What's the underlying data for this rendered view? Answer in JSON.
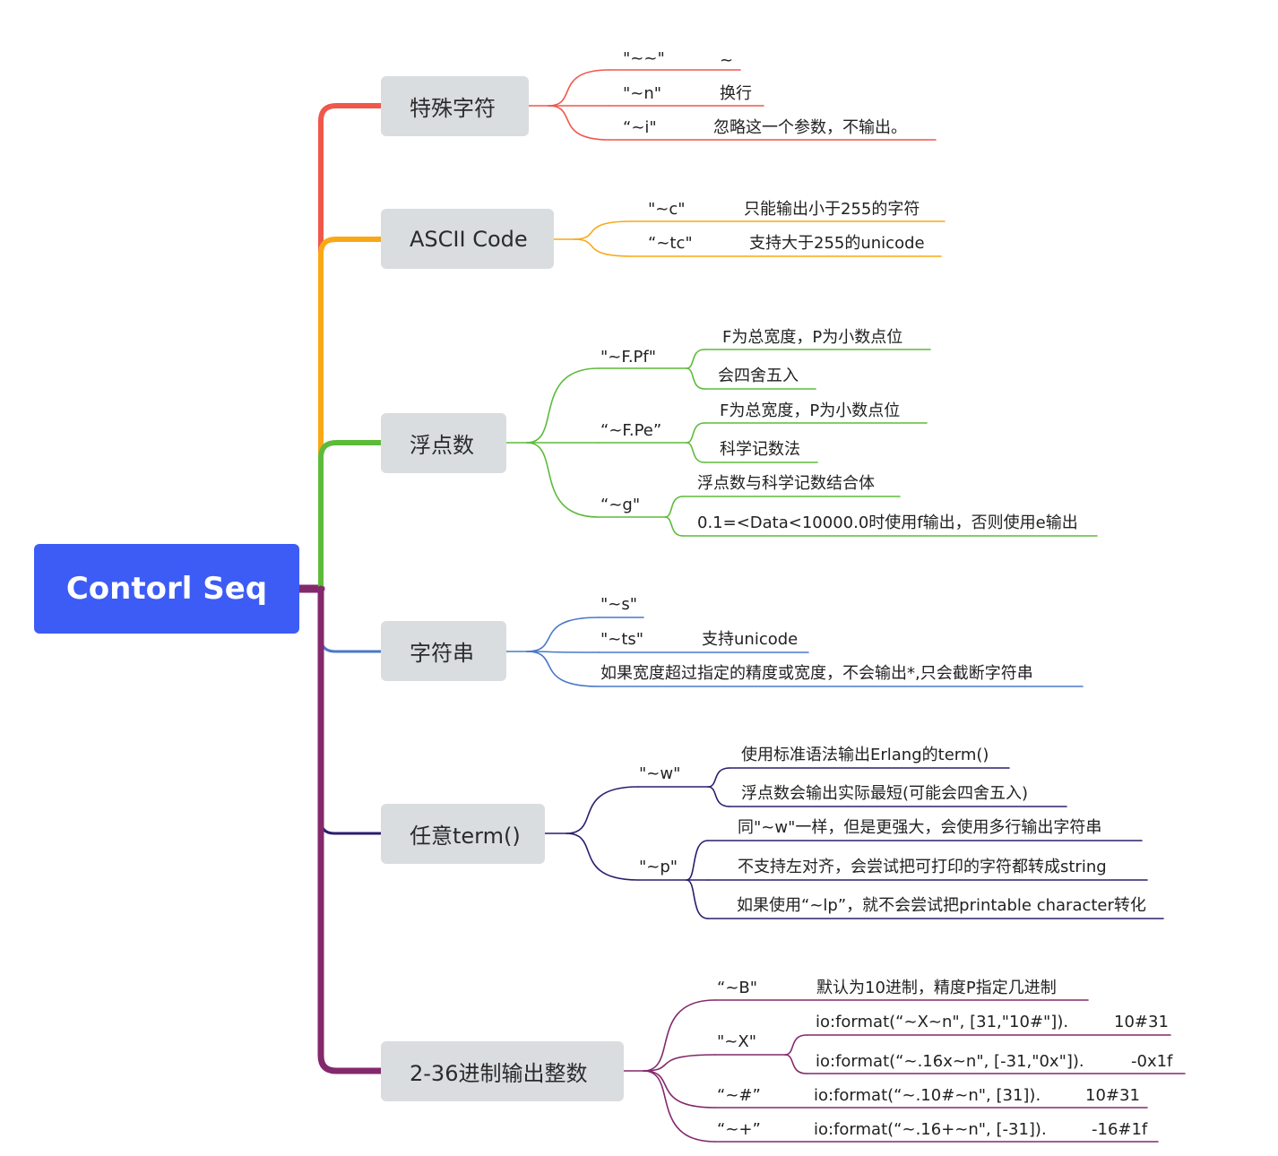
{
  "root": {
    "label": "Contorl Seq"
  },
  "topics": {
    "special": {
      "label": "特殊字符",
      "items": [
        {
          "key": "\"~~\"",
          "value": "~"
        },
        {
          "key": "\"~n\"",
          "value": "换行"
        },
        {
          "key": "“~i\"",
          "value": "忽略这一个参数，不输出。"
        }
      ]
    },
    "ascii": {
      "label": "ASCII Code",
      "items": [
        {
          "key": "\"~c\"",
          "value": "只能输出小于255的字符"
        },
        {
          "key": "“~tc\"",
          "value": "支持大于255的unicode"
        }
      ]
    },
    "float": {
      "label": "浮点数",
      "groups": [
        {
          "key": "\"~F.Pf\"",
          "lines": [
            "F为总宽度，P为小数点位",
            "会四舍五入"
          ]
        },
        {
          "key": "“~F.Pe”",
          "lines": [
            "F为总宽度，P为小数点位",
            "科学记数法"
          ]
        },
        {
          "key": "“~g\"",
          "lines": [
            "浮点数与科学记数结合体",
            "0.1=<Data<10000.0时使用f输出，否则使用e输出"
          ]
        }
      ]
    },
    "string": {
      "label": "字符串",
      "items": [
        {
          "key": "\"~s\"",
          "value": ""
        },
        {
          "key": "\"~ts\"",
          "value": "支持unicode"
        }
      ],
      "note": "如果宽度超过指定的精度或宽度，不会输出*,只会截断字符串"
    },
    "term": {
      "label": "任意term()",
      "groups": [
        {
          "key": "\"~w\"",
          "lines": [
            "使用标准语法输出Erlang的term()",
            "浮点数会输出实际最短(可能会四舍五入)"
          ]
        },
        {
          "key": "\"~p\"",
          "lines": [
            "同\"~w\"一样，但是更强大，会使用多行输出字符串",
            "不支持左对齐，会尝试把可打印的字符都转成string",
            "如果使用“~lp”，就不会尝试把printable character转化"
          ]
        }
      ]
    },
    "radix": {
      "label": "2-36进制输出整数",
      "items": [
        {
          "key": "“~B\"",
          "code": "默认为10进制，精度P指定几进制",
          "result": ""
        },
        {
          "key": "\"~X\"",
          "code": "io:format(“~X~n\", [31,\"10#\"]).",
          "result": "10#31"
        },
        {
          "key": "",
          "code": "io:format(“~.16x~n\", [-31,\"0x\"]).",
          "result": "-0x1f"
        },
        {
          "key": "“~#”",
          "code": "io:format(“~.10#~n\", [31]).",
          "result": "10#31"
        },
        {
          "key": "“~+”",
          "code": "io:format(“~.16+~n\", [-31]).",
          "result": "-16#1f"
        }
      ]
    }
  },
  "colors": {
    "root": "#3d5cf5",
    "special": "#f0574a",
    "ascii": "#f9a815",
    "float": "#5dbb3a",
    "string": "#4a78c8",
    "term": "#2a1e6e",
    "radix": "#83296c",
    "topic_bg": "#d9dde0"
  }
}
